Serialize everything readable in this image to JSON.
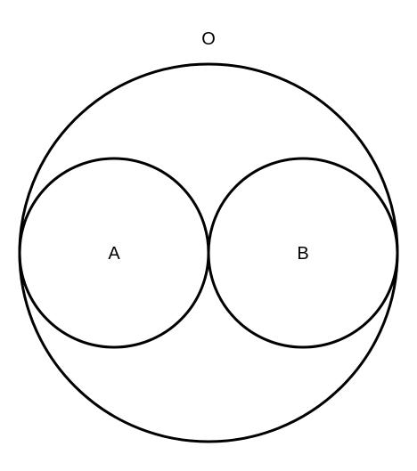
{
  "diagram": {
    "stroke_color": "#000000",
    "labels": {
      "outer": "O",
      "left": "A",
      "right": "B"
    }
  }
}
